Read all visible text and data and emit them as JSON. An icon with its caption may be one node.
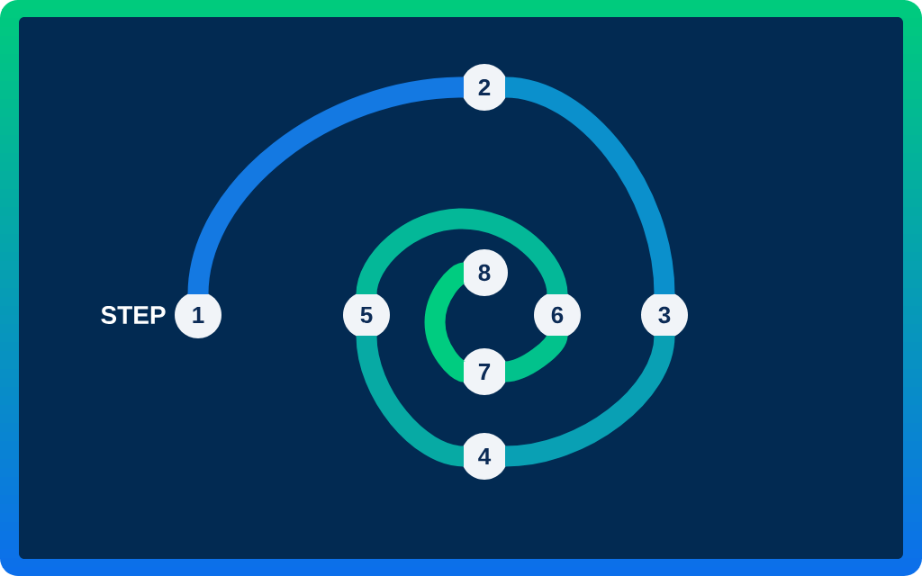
{
  "diagram": {
    "nodes": [
      {
        "text": [
          "1"
        ],
        "beside": [
          "STEP"
        ]
      },
      {
        "text": [
          "2"
        ]
      },
      {
        "text": [
          "3"
        ]
      },
      {
        "text": [
          "4"
        ]
      },
      {
        "text": [
          "5"
        ]
      },
      {
        "text": [
          "6"
        ]
      },
      {
        "text": [
          "7"
        ]
      },
      {
        "text": [
          "8"
        ]
      }
    ],
    "edges": [
      {
        "from": 0,
        "to": 1,
        "arrow": "none",
        "color": "#1479e2"
      },
      {
        "from": 1,
        "to": 2,
        "arrow": "none",
        "color": "#0b90cc"
      },
      {
        "from": 2,
        "to": 3,
        "arrow": "none",
        "color": "#09a0b4"
      },
      {
        "from": 3,
        "to": 4,
        "arrow": "none",
        "color": "#07aaa4"
      },
      {
        "from": 4,
        "to": 5,
        "arrow": "none",
        "color": "#04b898"
      },
      {
        "from": 5,
        "to": 6,
        "arrow": "none",
        "color": "#02c28c"
      },
      {
        "from": 6,
        "to": 7,
        "arrow": "none",
        "color": "#00cc80"
      }
    ]
  }
}
